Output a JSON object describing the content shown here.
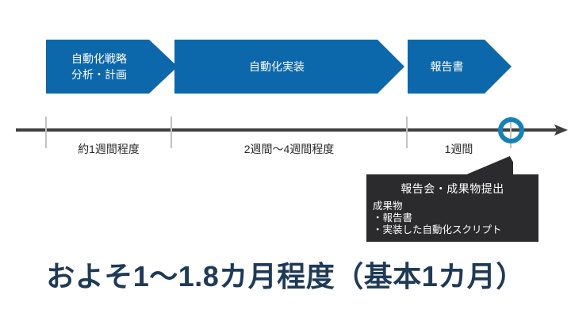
{
  "diagram": {
    "phases": [
      {
        "lines": [
          "自動化戦略",
          "分析・計画"
        ],
        "duration": "約1週間程度"
      },
      {
        "lines": [
          "自動化実装"
        ],
        "duration": "2週間〜4週間程度"
      },
      {
        "lines": [
          "報告書"
        ],
        "duration": "1週間"
      }
    ],
    "milestone": {
      "callout_title": "報告会・成果物提出",
      "deliverables_heading": "成果物",
      "deliverables": [
        "・報告書",
        "・実装した自動化スクリプト"
      ]
    },
    "headline": "およそ1〜1.8カ月程度（基本1カ月）",
    "colors": {
      "phase_arrow_blue": "#0d68ab",
      "milestone_ring_blue": "#1681b6",
      "timeline_gray": "#3f3f3f",
      "tick_gray": "#c2c2c2",
      "callout_bg": "#2b2b2e",
      "headline_navy": "#1f3a57"
    },
    "icons": {
      "milestone": "target-ring-icon",
      "timeline_end": "arrowhead-right-icon"
    }
  }
}
